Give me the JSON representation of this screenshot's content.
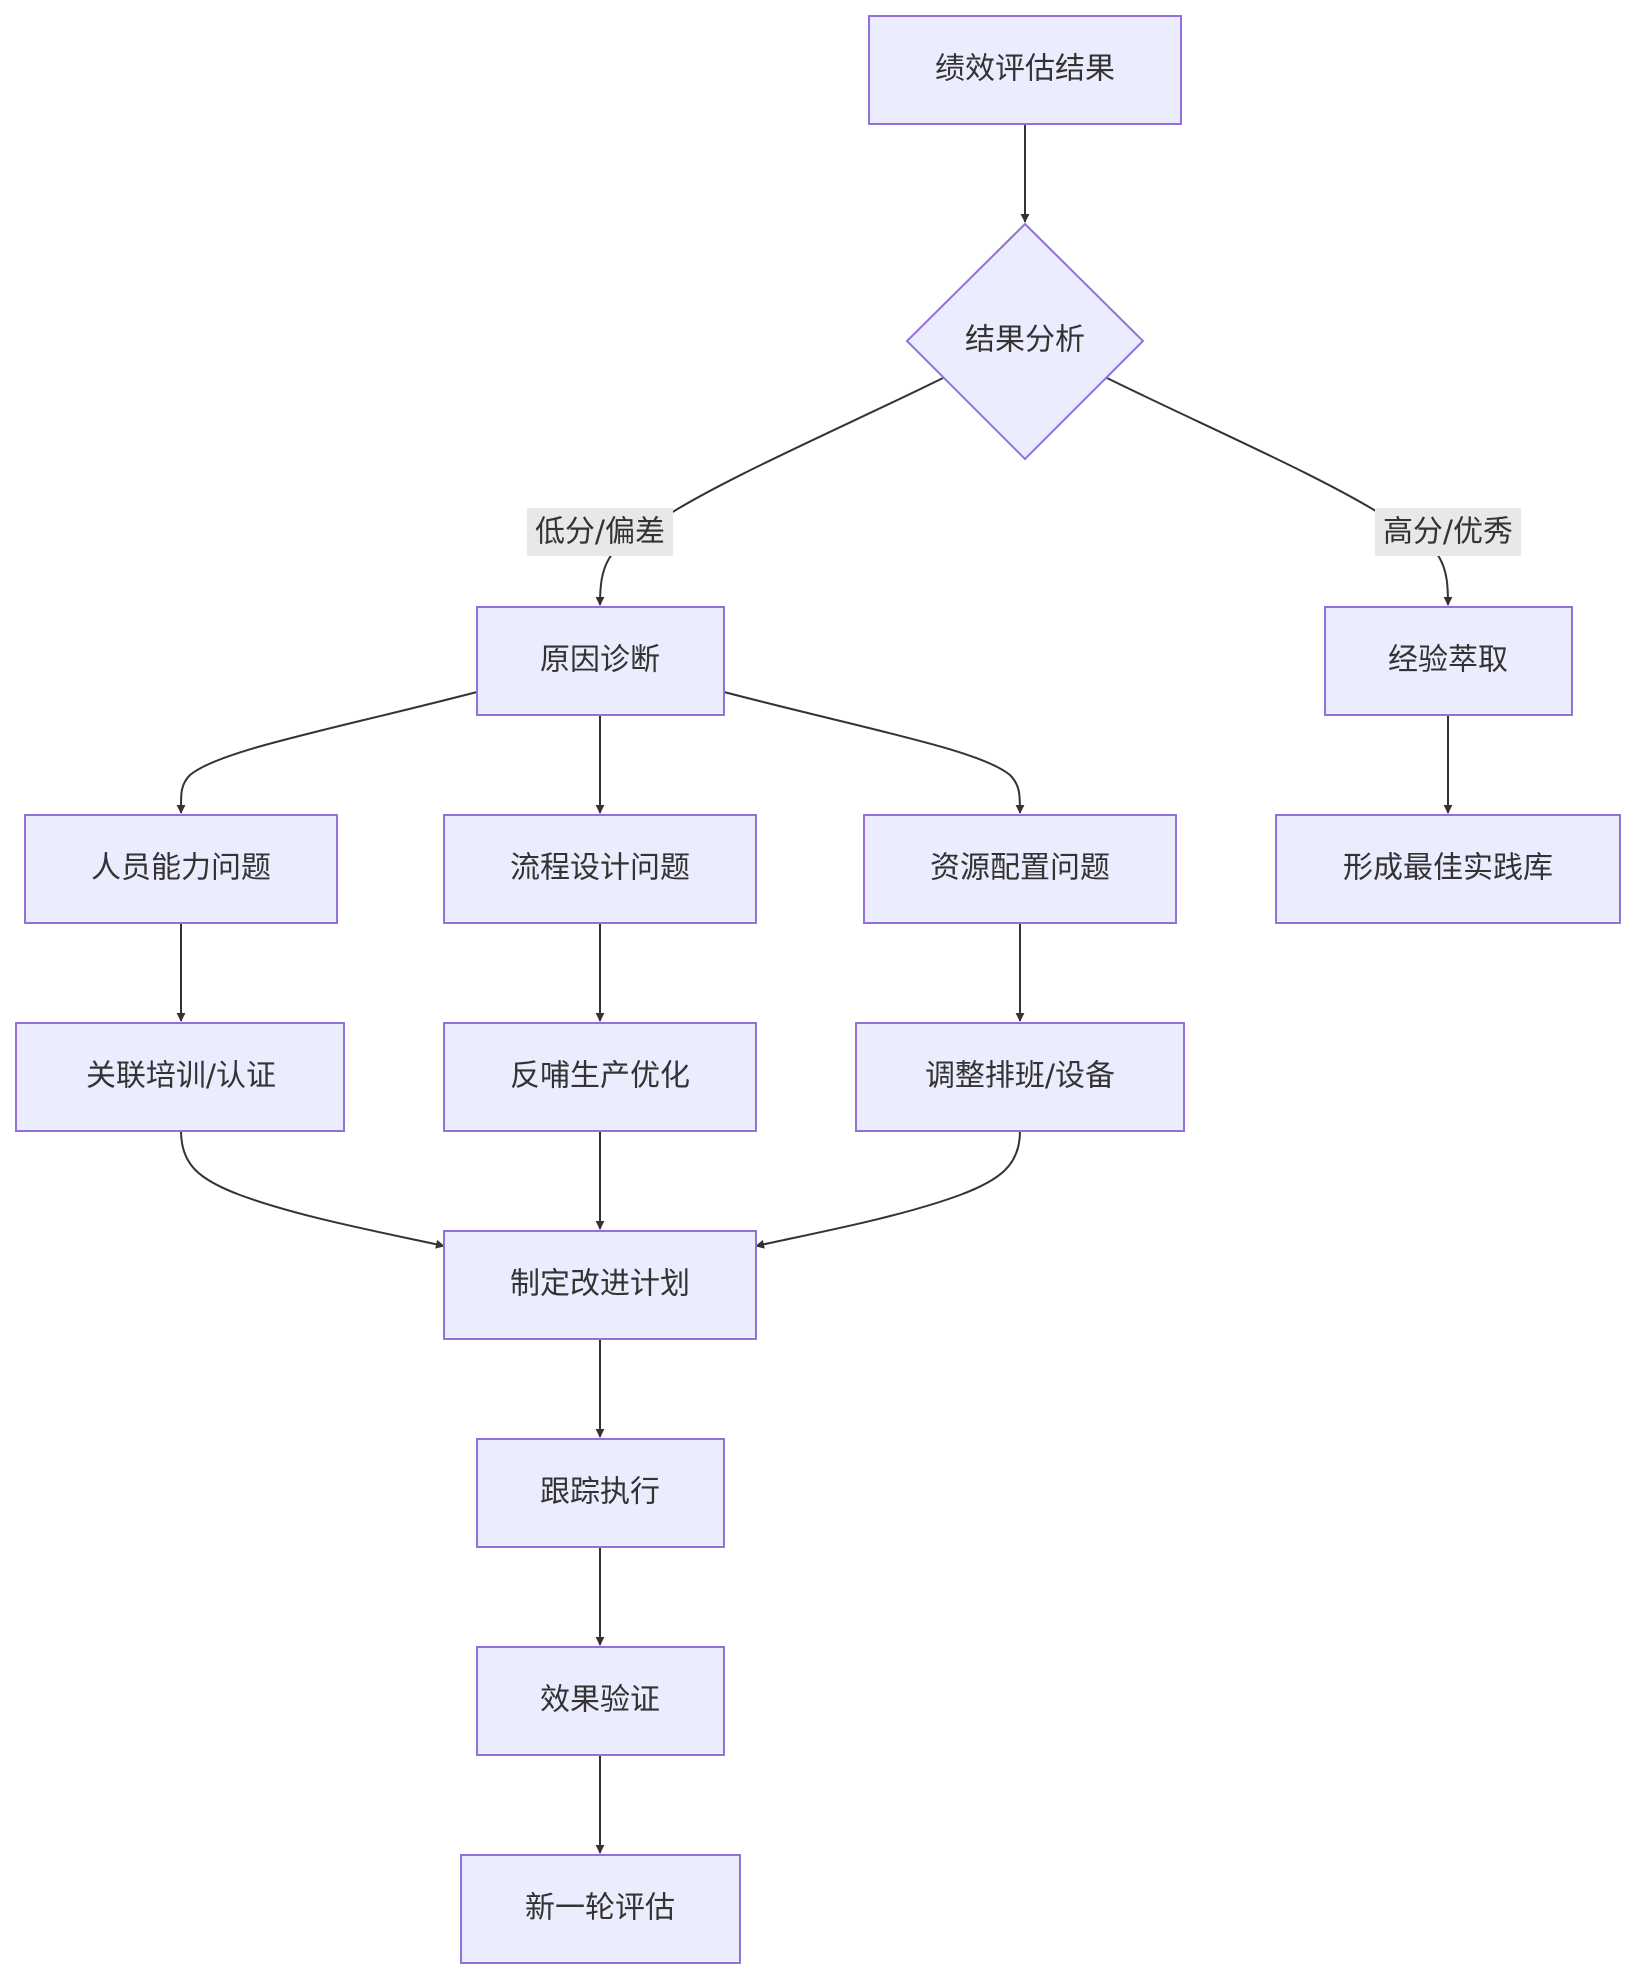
{
  "diagram": {
    "nodes": {
      "result": "绩效评估结果",
      "analysis": "结果分析",
      "cause": "原因诊断",
      "experience": "经验萃取",
      "people": "人员能力问题",
      "process": "流程设计问题",
      "resource": "资源配置问题",
      "bestpractice": "形成最佳实践库",
      "training": "关联培训/认证",
      "feedback": "反哺生产优化",
      "schedule": "调整排班/设备",
      "plan": "制定改进计划",
      "track": "跟踪执行",
      "verify": "效果验证",
      "next": "新一轮评估"
    },
    "edge_labels": {
      "low": "低分/偏差",
      "high": "高分/优秀"
    }
  }
}
